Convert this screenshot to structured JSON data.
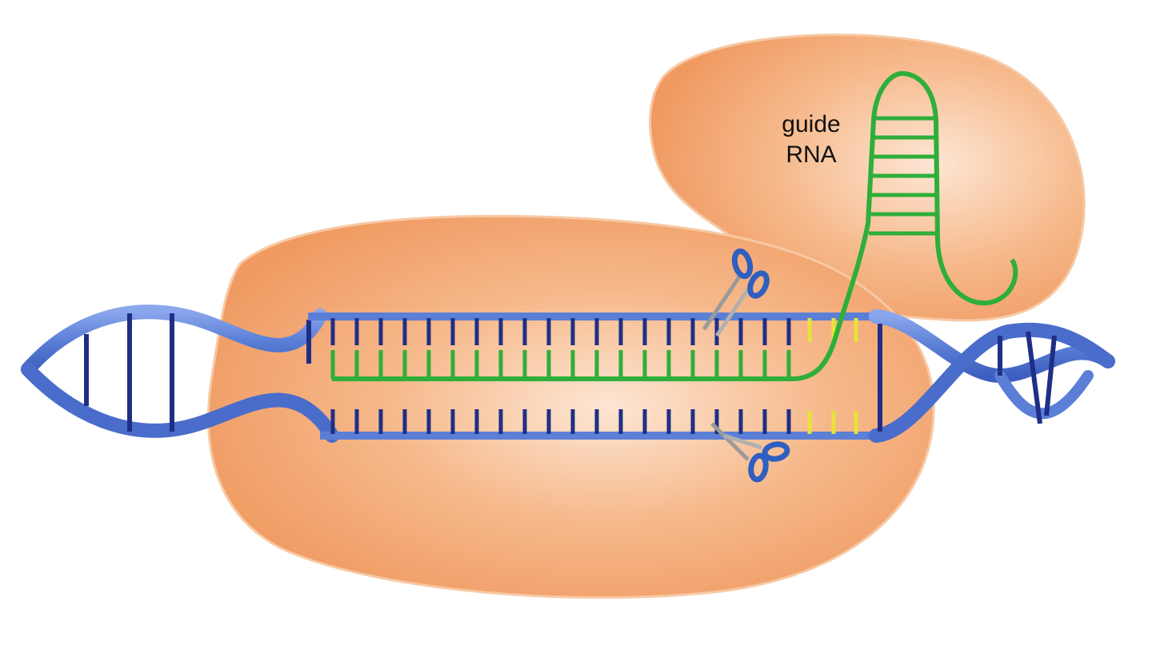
{
  "labels": {
    "guide_line1": "guide",
    "guide_line2": "RNA"
  },
  "colors": {
    "protein": "#f3a673",
    "protein_highlight": "#fde3cf",
    "dna_ribbon": "#5b7fd6",
    "dna_ribbon_dark": "#3a5cb8",
    "base_pair": "#1f2f86",
    "guide_rna": "#2fae3a",
    "pam_bases": "#e6e23a",
    "scissors_handle": "#2f5fc0",
    "scissors_blade": "#9a9a9a"
  },
  "icons": [
    "scissors-icon-top",
    "scissors-icon-bottom"
  ]
}
